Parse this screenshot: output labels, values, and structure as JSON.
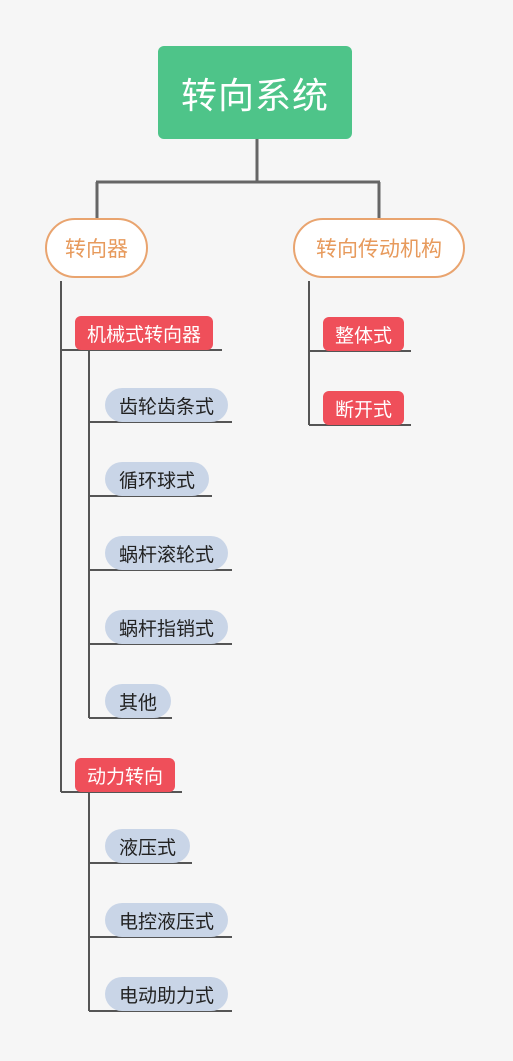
{
  "diagram": {
    "root": "转向系统",
    "branch_left": {
      "label": "转向器",
      "groups": [
        {
          "label": "机械式转向器",
          "items": [
            "齿轮齿条式",
            "循环球式",
            "蜗杆滚轮式",
            "蜗杆指销式",
            "其他"
          ]
        },
        {
          "label": "动力转向",
          "items": [
            "液压式",
            "电控液压式",
            "电动助力式"
          ]
        }
      ]
    },
    "branch_right": {
      "label": "转向传动机构",
      "items": [
        "整体式",
        "断开式"
      ]
    }
  }
}
